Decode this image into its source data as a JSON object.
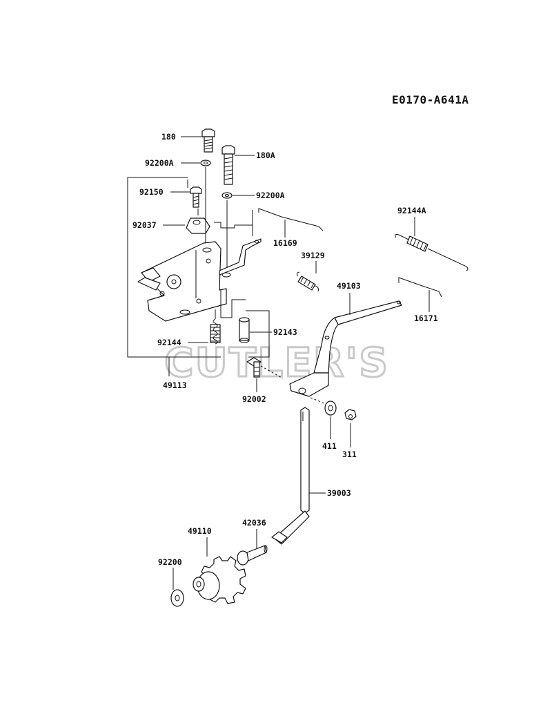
{
  "diagram_code": "E0170-A641A",
  "watermark": "CUTLER'S",
  "parts": [
    {
      "id": "p-180",
      "label": "180"
    },
    {
      "id": "p-180a",
      "label": "180A"
    },
    {
      "id": "p-92200a-1",
      "label": "92200A"
    },
    {
      "id": "p-92200a-2",
      "label": "92200A"
    },
    {
      "id": "p-92150",
      "label": "92150"
    },
    {
      "id": "p-92037",
      "label": "92037"
    },
    {
      "id": "p-16169",
      "label": "16169"
    },
    {
      "id": "p-39129",
      "label": "39129"
    },
    {
      "id": "p-92144a",
      "label": "92144A"
    },
    {
      "id": "p-49103",
      "label": "49103"
    },
    {
      "id": "p-16171",
      "label": "16171"
    },
    {
      "id": "p-92143",
      "label": "92143"
    },
    {
      "id": "p-92144",
      "label": "92144"
    },
    {
      "id": "p-49113",
      "label": "49113"
    },
    {
      "id": "p-92002",
      "label": "92002"
    },
    {
      "id": "p-411",
      "label": "411"
    },
    {
      "id": "p-311",
      "label": "311"
    },
    {
      "id": "p-39003",
      "label": "39003"
    },
    {
      "id": "p-42036",
      "label": "42036"
    },
    {
      "id": "p-49110",
      "label": "49110"
    },
    {
      "id": "p-92200",
      "label": "92200"
    }
  ]
}
